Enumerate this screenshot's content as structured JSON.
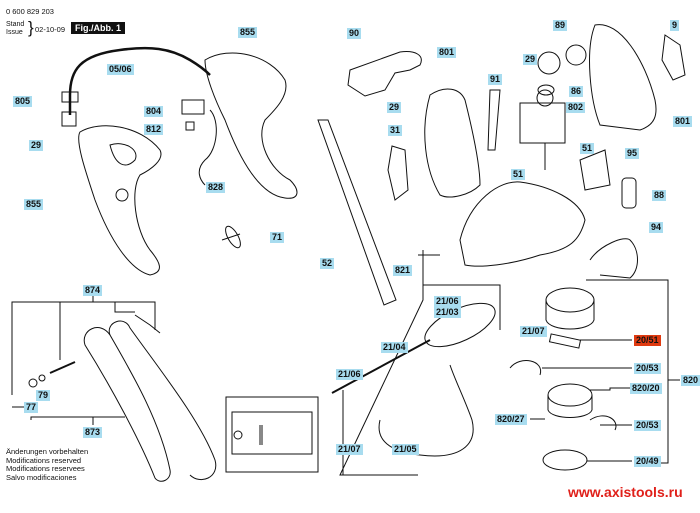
{
  "header": {
    "document_number": "0 600 829 203",
    "stand_label": "Stand",
    "issue_label": "Issue",
    "issue_date": "02-10-09",
    "figure_title": "Fig./Abb. 1"
  },
  "footer": {
    "notes": [
      "Änderungen vorbehalten",
      "Modifications reserved",
      "Modifications reservees",
      "Salvo modificaciones"
    ]
  },
  "watermark": "www.axistools.ru",
  "colors": {
    "label_bg": "#a8dcef",
    "highlight_bg": "#e03a10",
    "watermark": "#e0201a"
  },
  "part_labels": [
    {
      "id": "855-top",
      "text": "855"
    },
    {
      "id": "05-06",
      "text": "05/06"
    },
    {
      "id": "805",
      "text": "805"
    },
    {
      "id": "804",
      "text": "804"
    },
    {
      "id": "812",
      "text": "812"
    },
    {
      "id": "29-left",
      "text": "29"
    },
    {
      "id": "828",
      "text": "828"
    },
    {
      "id": "855-left",
      "text": "855"
    },
    {
      "id": "71",
      "text": "71"
    },
    {
      "id": "52",
      "text": "52"
    },
    {
      "id": "874",
      "text": "874"
    },
    {
      "id": "79",
      "text": "79"
    },
    {
      "id": "77",
      "text": "77"
    },
    {
      "id": "873",
      "text": "873"
    },
    {
      "id": "90",
      "text": "90"
    },
    {
      "id": "801-top",
      "text": "801"
    },
    {
      "id": "29-mid",
      "text": "29"
    },
    {
      "id": "31",
      "text": "31"
    },
    {
      "id": "91",
      "text": "91"
    },
    {
      "id": "89",
      "text": "89"
    },
    {
      "id": "29-right",
      "text": "29"
    },
    {
      "id": "86",
      "text": "86"
    },
    {
      "id": "802",
      "text": "802"
    },
    {
      "id": "51-a",
      "text": "51"
    },
    {
      "id": "51-b",
      "text": "51"
    },
    {
      "id": "9",
      "text": "9"
    },
    {
      "id": "801-right",
      "text": "801"
    },
    {
      "id": "95",
      "text": "95"
    },
    {
      "id": "88",
      "text": "88"
    },
    {
      "id": "94",
      "text": "94"
    },
    {
      "id": "821",
      "text": "821"
    },
    {
      "id": "21-06-a",
      "text": "21/06"
    },
    {
      "id": "21-03",
      "text": "21/03"
    },
    {
      "id": "21-07-a",
      "text": "21/07"
    },
    {
      "id": "21-04",
      "text": "21/04"
    },
    {
      "id": "21-06-b",
      "text": "21/06"
    },
    {
      "id": "21-07-b",
      "text": "21/07"
    },
    {
      "id": "21-05",
      "text": "21/05"
    },
    {
      "id": "20-51",
      "text": "20/51",
      "highlighted": true
    },
    {
      "id": "20-53-a",
      "text": "20/53"
    },
    {
      "id": "820",
      "text": "820"
    },
    {
      "id": "820-20",
      "text": "820/20"
    },
    {
      "id": "820-27",
      "text": "820/27"
    },
    {
      "id": "20-53-b",
      "text": "20/53"
    },
    {
      "id": "20-49",
      "text": "20/49"
    }
  ]
}
